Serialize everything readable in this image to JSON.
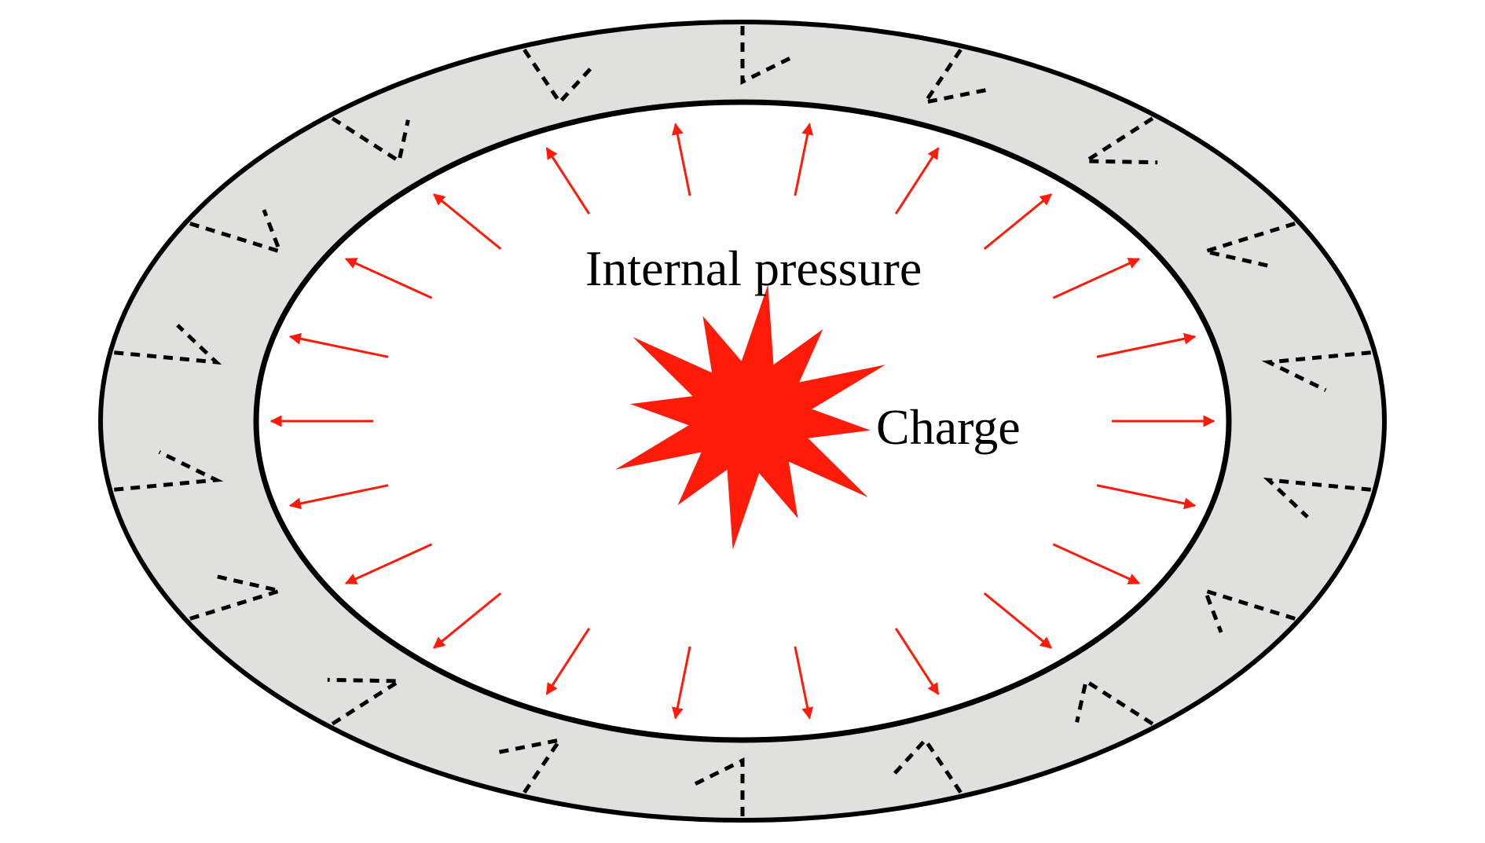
{
  "labels": {
    "internal_pressure": "Internal pressure",
    "charge": "Charge"
  },
  "colors": {
    "background": "#ffffff",
    "ring_fill": "#e0e0de",
    "outline": "#000000",
    "arrow": "#ff1a0a",
    "charge": "#ff1a0a"
  },
  "figure": {
    "arrow_count": 22,
    "crack_count": 18,
    "charge_points": 12
  }
}
